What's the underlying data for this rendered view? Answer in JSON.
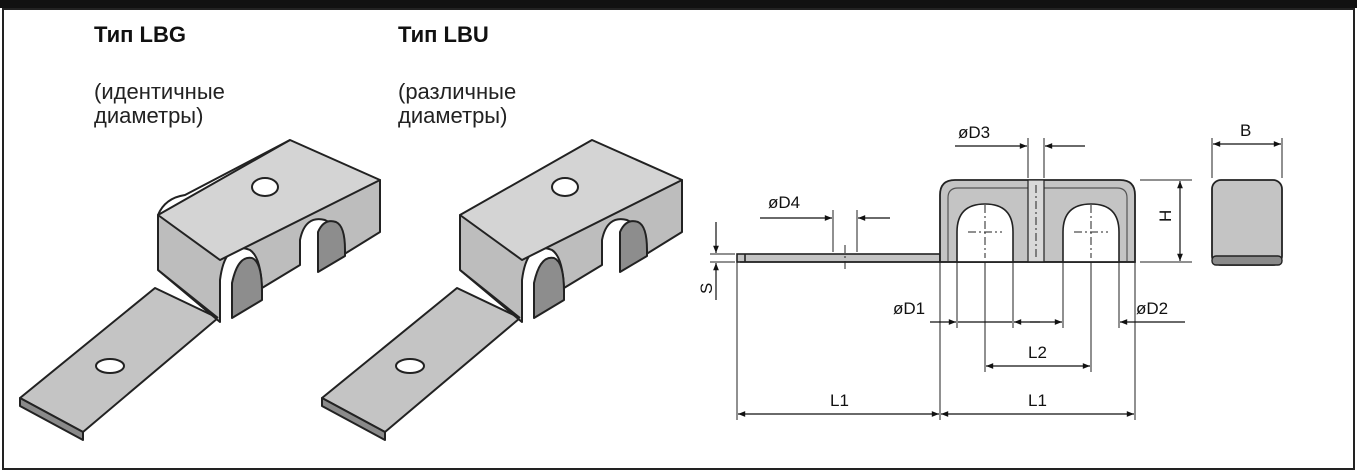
{
  "lbg": {
    "title": "Тип LBG",
    "note_line1": "(идентичные",
    "note_line2": "диаметры)"
  },
  "lbu": {
    "title": "Тип LBU",
    "note_line1": "(различные",
    "note_line2": "диаметры)"
  },
  "dims": {
    "d3": "øD3",
    "d4": "øD4",
    "d1": "øD1",
    "d2": "øD2",
    "b": "B",
    "h": "H",
    "s": "S",
    "l1_left": "L1",
    "l1_right": "L1",
    "l2": "L2"
  }
}
